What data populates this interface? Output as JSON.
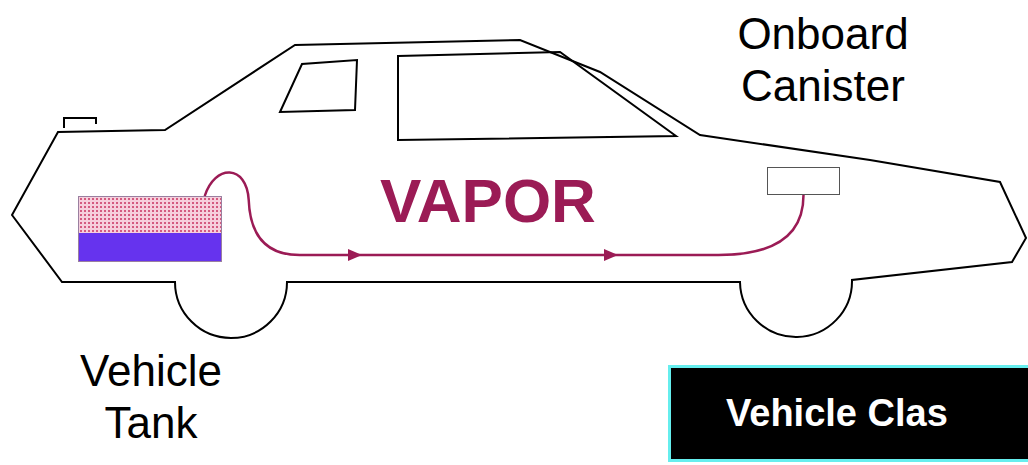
{
  "diagram": {
    "nodes": [
      {
        "text": [
          "Vehicle Tank"
        ]
      },
      {
        "text": [
          "Onboard Canister"
        ]
      },
      {
        "text": [
          "Vehicle Clas"
        ]
      }
    ],
    "edges": [
      {
        "from": 0,
        "to": 1,
        "arrow": "to",
        "label": "VAPOR"
      }
    ]
  }
}
